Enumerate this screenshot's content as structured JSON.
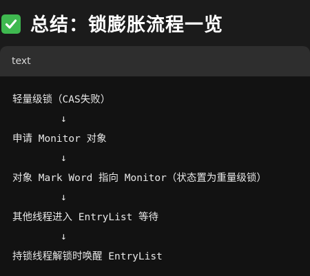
{
  "heading": {
    "text": "总结：锁膨胀流程一览"
  },
  "code_block": {
    "language": "text",
    "lines": [
      "轻量级锁（CAS失败）",
      "↓",
      "申请 Monitor 对象",
      "↓",
      "对象 Mark Word 指向 Monitor（状态置为重量级锁）",
      "↓",
      "其他线程进入 EntryList 等待",
      "↓",
      "持锁线程解锁时唤醒 EntryList"
    ]
  },
  "colors": {
    "page_background": "#1b1b1b",
    "code_background": "#121212",
    "code_header_background": "#2e2e2e",
    "check_badge": "#3fb950"
  },
  "icons": {
    "heading_icon": "check-mark-button-icon"
  }
}
